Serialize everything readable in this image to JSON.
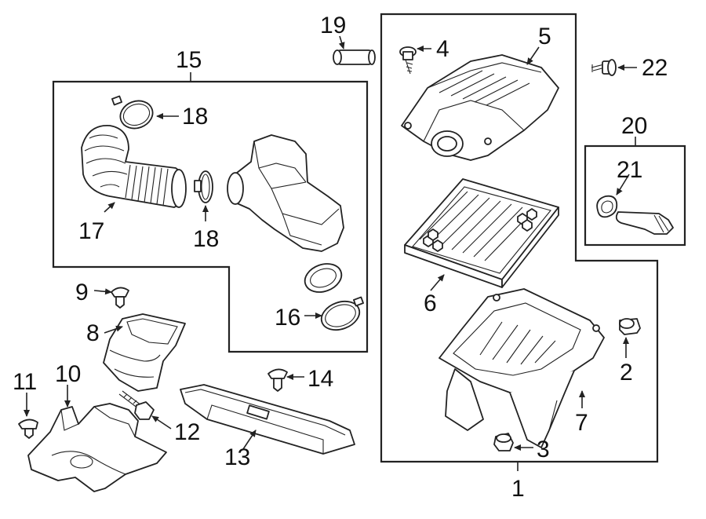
{
  "callouts": {
    "c1": "1",
    "c2": "2",
    "c3": "3",
    "c4": "4",
    "c5": "5",
    "c6": "6",
    "c7": "7",
    "c8": "8",
    "c9": "9",
    "c10": "10",
    "c11": "11",
    "c12": "12",
    "c13": "13",
    "c14": "14",
    "c15": "15",
    "c16": "16",
    "c17": "17",
    "c18a": "18",
    "c18b": "18",
    "c19": "19",
    "c20": "20",
    "c21": "21",
    "c22": "22"
  }
}
